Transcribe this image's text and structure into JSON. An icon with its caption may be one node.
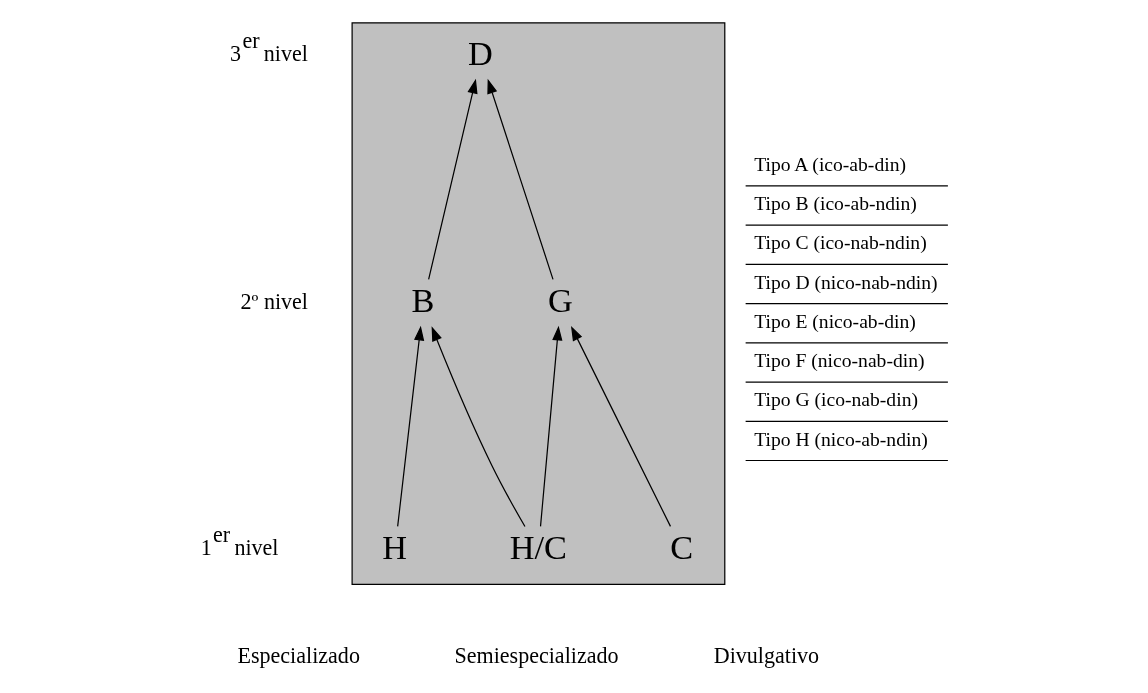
{
  "diagram": {
    "nodes": [
      {
        "text": [],
        "shape": "triangle"
      },
      {
        "text": [
          "D"
        ],
        "in": 0
      },
      {
        "text": [
          "B"
        ],
        "in": 0
      },
      {
        "text": [
          "G"
        ],
        "in": 0
      },
      {
        "text": [
          "H"
        ],
        "in": 0
      },
      {
        "text": [
          "H/C"
        ],
        "in": 0
      },
      {
        "text": [
          "C"
        ],
        "in": 0
      }
    ],
    "edges": [
      {
        "from": 2,
        "to": 1,
        "arrow": "to"
      },
      {
        "from": 3,
        "to": 1,
        "arrow": "to"
      },
      {
        "from": 4,
        "to": 2,
        "arrow": "to"
      },
      {
        "from": 5,
        "to": 2,
        "arrow": "to"
      },
      {
        "from": 5,
        "to": 3,
        "arrow": "to"
      },
      {
        "from": 6,
        "to": 3,
        "arrow": "to"
      }
    ],
    "labels": [
      "3$^{er}$ nivel",
      "2º nivel",
      "1$^{er}$ nivel",
      "Especializado",
      "Semiespecializado",
      "Divulgativo",
      "Tipo A (ico-ab-din)",
      "Tipo B (ico-ab-ndin)",
      "Tipo C (ico-nab-ndin)",
      "Tipo D (nico-nab-ndin)",
      "Tipo E (nico-ab-din)",
      "Tipo F (nico-nab-din)",
      "Tipo G (ico-nab-din)",
      "Tipo H (nico-ab-ndin)"
    ]
  }
}
